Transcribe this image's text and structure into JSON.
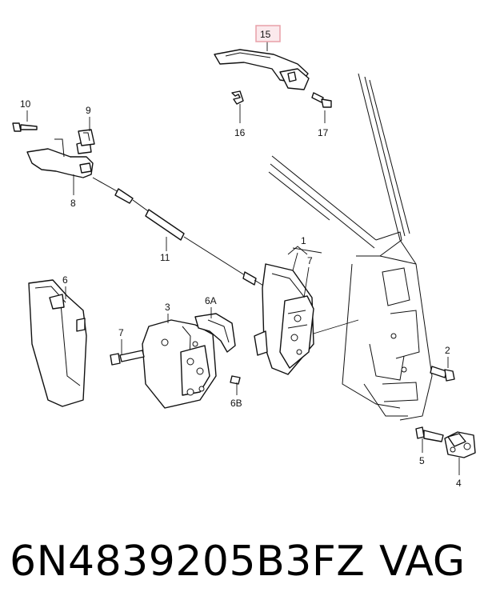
{
  "callouts": {
    "c1": "1",
    "c2": "2",
    "c3": "3",
    "c4": "4",
    "c5": "5",
    "c6": "6",
    "c6a": "6A",
    "c6b": "6B",
    "c7a": "7",
    "c7b": "7",
    "c8": "8",
    "c9": "9",
    "c10": "10",
    "c11": "11",
    "c15": "15",
    "c16": "16",
    "c17": "17"
  },
  "highlight_color": "#e8a0a8",
  "caption": {
    "part_number": "6N4839205B3FZ",
    "brand": "VAG"
  }
}
